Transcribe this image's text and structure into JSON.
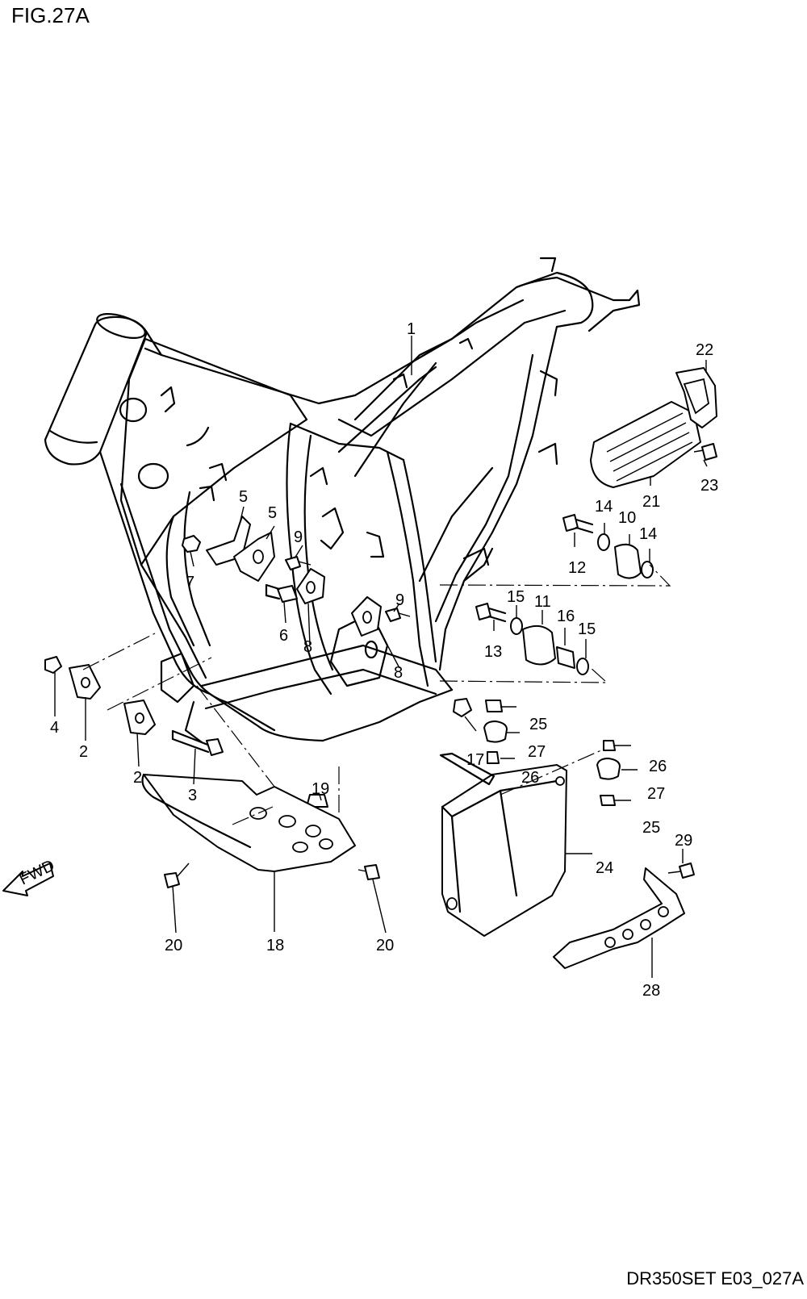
{
  "header": {
    "figure_id": "FIG.27A"
  },
  "footer": {
    "diagram_code": "DR350SET E03_027A"
  },
  "orientation": {
    "fwd_label": "FWD"
  },
  "parts": [
    {
      "key": "p1",
      "label": "1"
    },
    {
      "key": "p2a",
      "label": "2"
    },
    {
      "key": "p2b",
      "label": "2"
    },
    {
      "key": "p3",
      "label": "3"
    },
    {
      "key": "p4",
      "label": "4"
    },
    {
      "key": "p5a",
      "label": "5"
    },
    {
      "key": "p5b",
      "label": "5"
    },
    {
      "key": "p6",
      "label": "6"
    },
    {
      "key": "p7",
      "label": "7"
    },
    {
      "key": "p8a",
      "label": "8"
    },
    {
      "key": "p8b",
      "label": "8"
    },
    {
      "key": "p9a",
      "label": "9"
    },
    {
      "key": "p9b",
      "label": "9"
    },
    {
      "key": "p10",
      "label": "10"
    },
    {
      "key": "p11",
      "label": "11"
    },
    {
      "key": "p12",
      "label": "12"
    },
    {
      "key": "p13",
      "label": "13"
    },
    {
      "key": "p14a",
      "label": "14"
    },
    {
      "key": "p14b",
      "label": "14"
    },
    {
      "key": "p15a",
      "label": "15"
    },
    {
      "key": "p15b",
      "label": "15"
    },
    {
      "key": "p16",
      "label": "16"
    },
    {
      "key": "p17",
      "label": "17"
    },
    {
      "key": "p18",
      "label": "18"
    },
    {
      "key": "p19",
      "label": "19"
    },
    {
      "key": "p20a",
      "label": "20"
    },
    {
      "key": "p20b",
      "label": "20"
    },
    {
      "key": "p21",
      "label": "21"
    },
    {
      "key": "p22",
      "label": "22"
    },
    {
      "key": "p23",
      "label": "23"
    },
    {
      "key": "p24",
      "label": "24"
    },
    {
      "key": "p25a",
      "label": "25"
    },
    {
      "key": "p25b",
      "label": "25"
    },
    {
      "key": "p26a",
      "label": "26"
    },
    {
      "key": "p26b",
      "label": "26"
    },
    {
      "key": "p27a",
      "label": "27"
    },
    {
      "key": "p27b",
      "label": "27"
    },
    {
      "key": "p28",
      "label": "28"
    },
    {
      "key": "p29",
      "label": "29"
    }
  ]
}
